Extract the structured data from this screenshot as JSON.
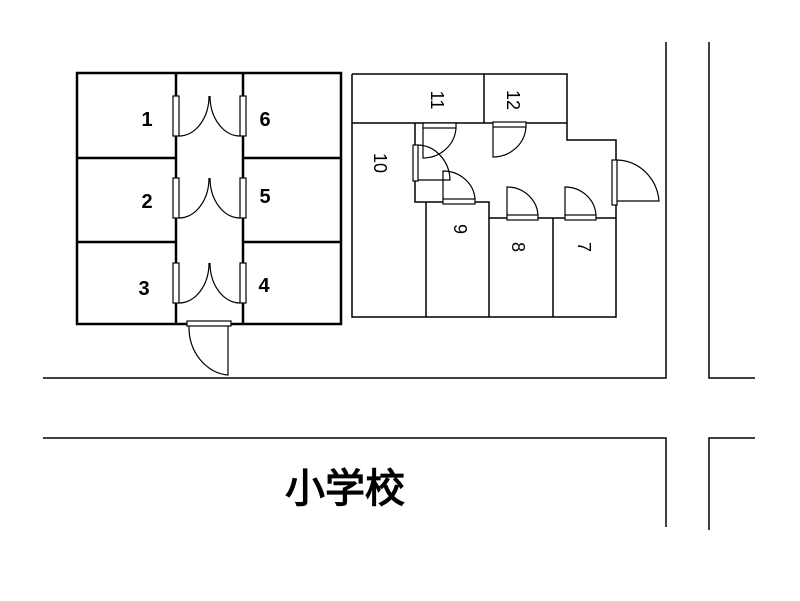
{
  "building_a": {
    "rooms": [
      "1",
      "2",
      "3",
      "4",
      "5",
      "6"
    ]
  },
  "building_b": {
    "rooms": [
      "7",
      "8",
      "9",
      "10",
      "11",
      "12"
    ]
  },
  "school_label": "小学校"
}
